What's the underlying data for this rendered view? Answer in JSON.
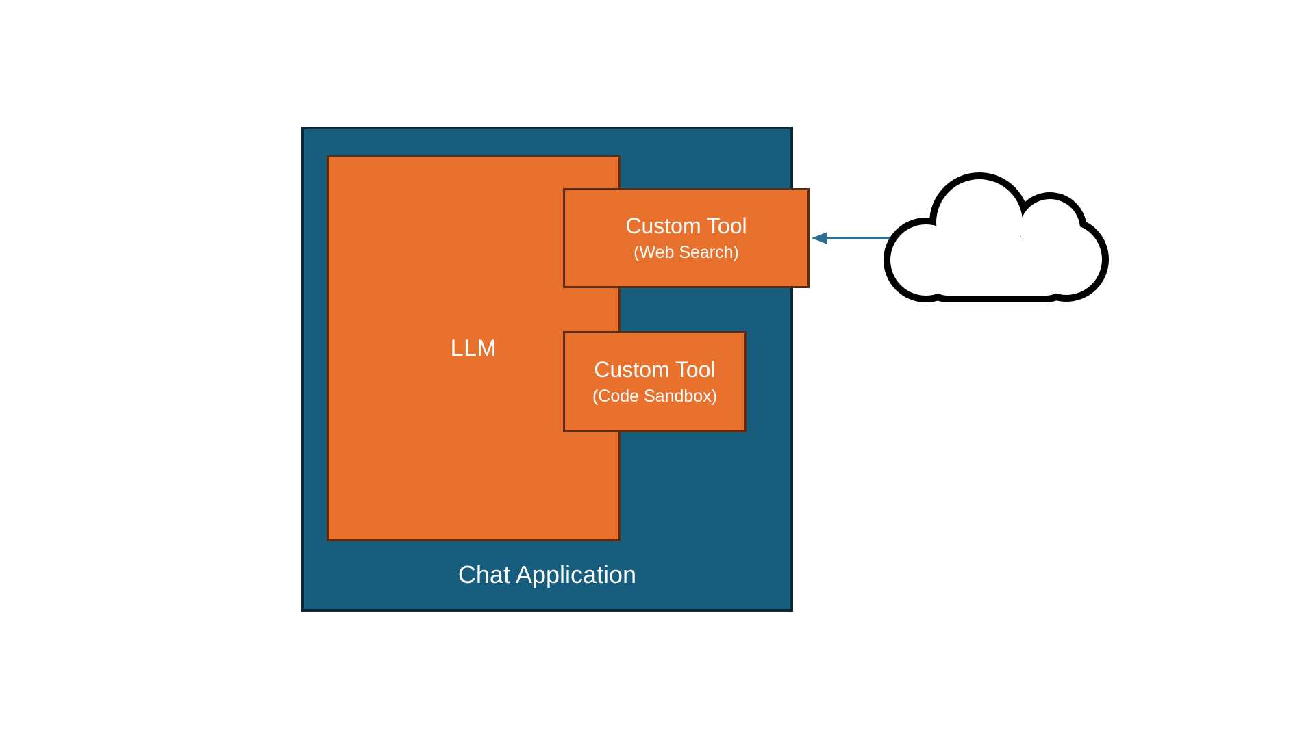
{
  "diagram": {
    "background_color": "#FFFFFF",
    "chat_application": {
      "label": "Chat Application",
      "fill_color": "#175E7E",
      "border_color": "#0D2936",
      "text_color": "#FFFFFF"
    },
    "llm": {
      "label": "LLM",
      "fill_color": "#E8722D",
      "border_color": "#5E2B0E",
      "text_color": "#FFFFFF"
    },
    "tools": [
      {
        "title": "Custom Tool",
        "subtitle": "(Web Search)",
        "fill_color": "#E8722D",
        "border_color": "#5E2B0E"
      },
      {
        "title": "Custom Tool",
        "subtitle": "(Code Sandbox)",
        "fill_color": "#E8722D",
        "border_color": "#5E2B0E"
      }
    ],
    "arrow": {
      "color": "#2E6E8E",
      "direction": "left",
      "from": "cloud",
      "to": "custom-tool-web-search"
    },
    "cloud": {
      "stroke_color": "#000000",
      "fill_color": "#FFFFFF"
    }
  }
}
